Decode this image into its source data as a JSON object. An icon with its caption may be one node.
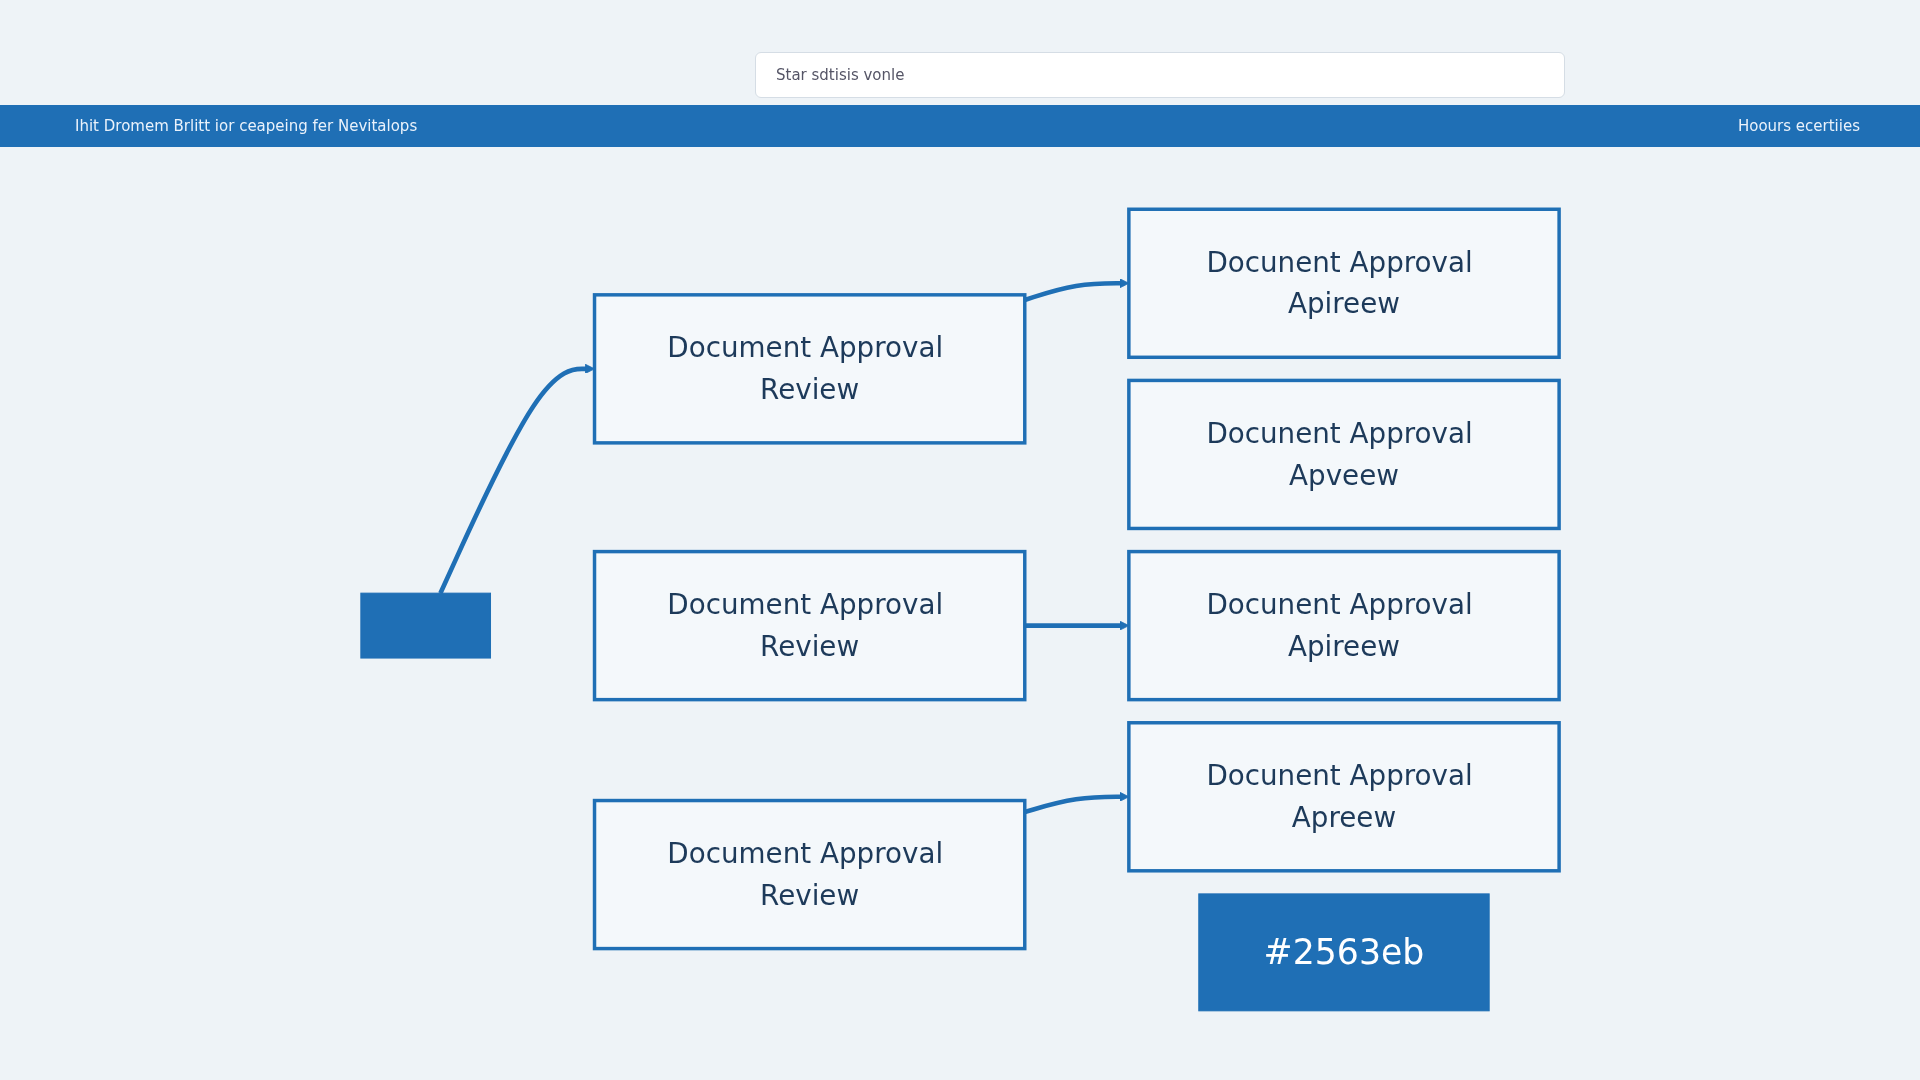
{
  "diagram": {
    "nodes": [
      {
        "text": [],
        "shape": "box"
      },
      {
        "text": [
          "Document Approval Review"
        ]
      },
      {
        "text": [
          "Document Approval Review"
        ]
      },
      {
        "text": [
          "Document Approval Review"
        ]
      },
      {
        "text": [
          "Docunent Approval Apveew"
        ]
      },
      {
        "text": [
          "Docunent Approval Apireew"
        ]
      },
      {
        "text": [
          "Docunent Approval Apireew"
        ]
      },
      {
        "text": [
          "Docunent Approval Apreew"
        ]
      },
      {
        "text": [
          "#2563eb"
        ]
      }
    ],
    "edges": [
      {
        "from": 0,
        "to": 1,
        "arrow": "to"
      },
      {
        "from": 1,
        "to": 5,
        "arrow": "to"
      },
      {
        "from": 2,
        "to": 6,
        "arrow": "to"
      },
      {
        "from": 3,
        "to": 7,
        "arrow": "to"
      }
    ],
    "labels": [
      "Star sdtisis vonle",
      "Ihit Dromem Brlitt ior ceapeing fer Nevitalops",
      "Hoours ecertiies"
    ]
  }
}
